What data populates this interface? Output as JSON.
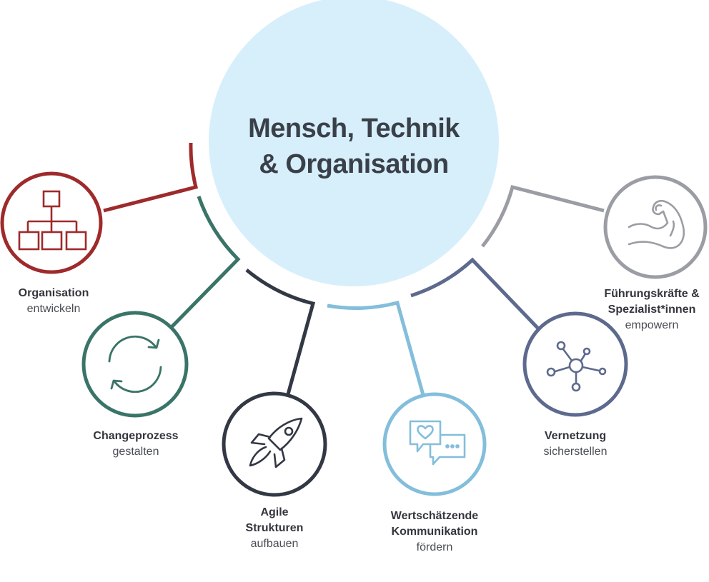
{
  "hub": {
    "title_line1": "Mensch, Technik",
    "title_line2": "& Organisation",
    "fill_color": "#d7effb"
  },
  "items": [
    {
      "key": "organisation",
      "icon": "org-chart-icon",
      "color": "#9e2a2b",
      "label_bold": [
        "Organisation"
      ],
      "label_normal": "entwickeln"
    },
    {
      "key": "changeprozess",
      "icon": "refresh-cycle-icon",
      "color": "#3a7468",
      "label_bold": [
        "Changeprozess"
      ],
      "label_normal": "gestalten"
    },
    {
      "key": "agile",
      "icon": "rocket-icon",
      "color": "#323844",
      "label_bold": [
        "Agile",
        "Strukturen"
      ],
      "label_normal": "aufbauen"
    },
    {
      "key": "kommunikation",
      "icon": "chat-heart-icon",
      "color": "#83bedb",
      "label_bold": [
        "Wertschätzende",
        "Kommunikation"
      ],
      "label_normal": "fördern"
    },
    {
      "key": "vernetzung",
      "icon": "network-icon",
      "color": "#5d6a8e",
      "label_bold": [
        "Vernetzung"
      ],
      "label_normal": "sicherstellen"
    },
    {
      "key": "fuehrung",
      "icon": "flexed-arm-icon",
      "color": "#9a9da3",
      "label_bold": [
        "Führungskräfte &",
        "Spezialist*innen"
      ],
      "label_normal": "empowern"
    }
  ]
}
